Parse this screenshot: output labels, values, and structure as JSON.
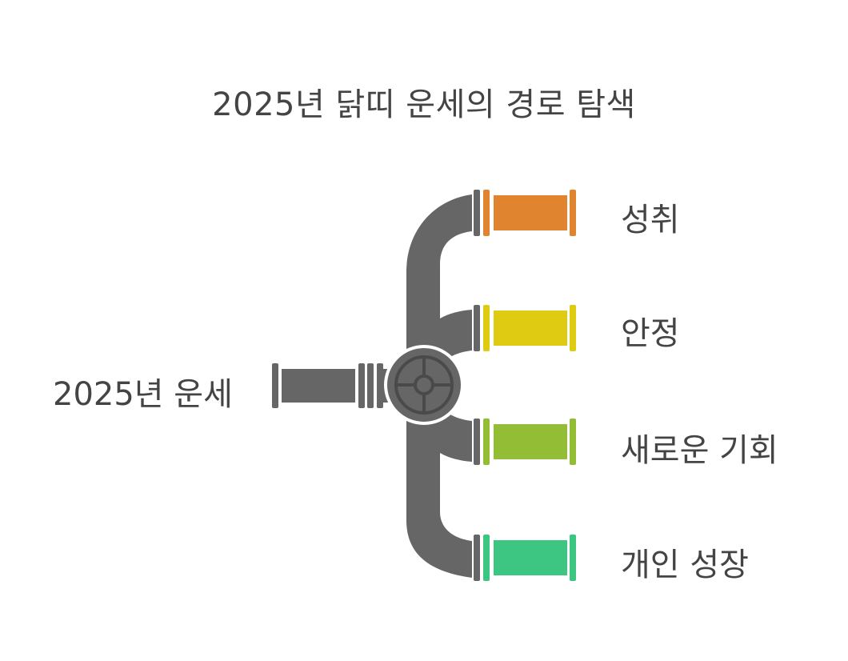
{
  "title": "2025년 닭띠 운세의 경로 탐색",
  "source": {
    "label": "2025년 운세"
  },
  "branches": [
    {
      "label": "성취",
      "color": "#E08430"
    },
    {
      "label": "안정",
      "color": "#DFCC12"
    },
    {
      "label": "새로운 기회",
      "color": "#93BD35"
    },
    {
      "label": "개인 성장",
      "color": "#3CC681"
    }
  ],
  "colors": {
    "pipe": "#666666",
    "background": "#ffffff",
    "text": "#444444"
  },
  "icons": {
    "valve": "valve-wheel-icon"
  }
}
